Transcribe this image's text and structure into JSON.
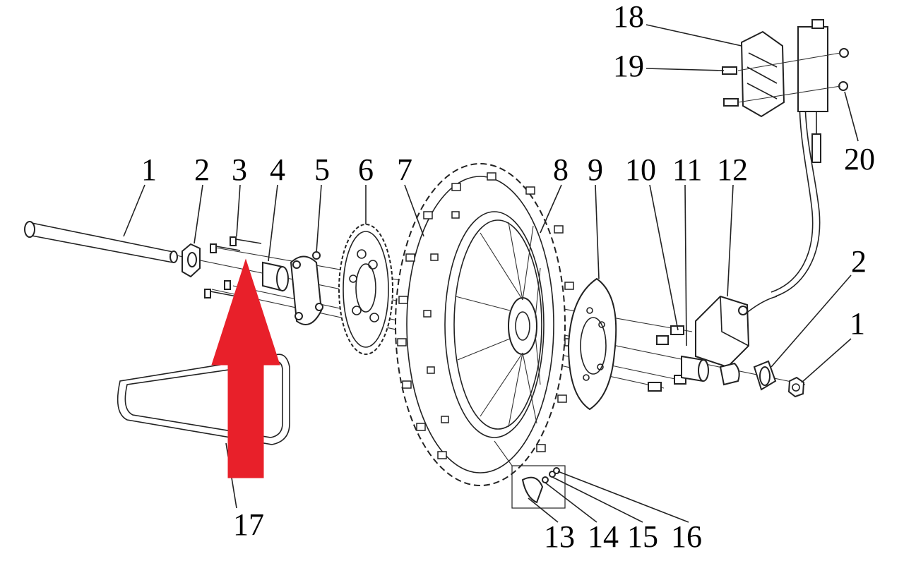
{
  "diagram": {
    "callouts": [
      {
        "id": "1-left",
        "text": "1"
      },
      {
        "id": "2-left",
        "text": "2"
      },
      {
        "id": "3",
        "text": "3"
      },
      {
        "id": "4",
        "text": "4"
      },
      {
        "id": "5",
        "text": "5"
      },
      {
        "id": "6",
        "text": "6"
      },
      {
        "id": "7",
        "text": "7"
      },
      {
        "id": "8",
        "text": "8"
      },
      {
        "id": "9",
        "text": "9"
      },
      {
        "id": "10",
        "text": "10"
      },
      {
        "id": "11",
        "text": "11"
      },
      {
        "id": "12",
        "text": "12"
      },
      {
        "id": "2-right",
        "text": "2"
      },
      {
        "id": "1-right",
        "text": "1"
      },
      {
        "id": "13",
        "text": "13"
      },
      {
        "id": "14",
        "text": "14"
      },
      {
        "id": "15",
        "text": "15"
      },
      {
        "id": "16",
        "text": "16"
      },
      {
        "id": "17",
        "text": "17"
      },
      {
        "id": "18",
        "text": "18"
      },
      {
        "id": "19",
        "text": "19"
      },
      {
        "id": "20",
        "text": "20"
      }
    ],
    "highlight_arrow": {
      "color": "#e8202a",
      "direction": "up"
    }
  }
}
